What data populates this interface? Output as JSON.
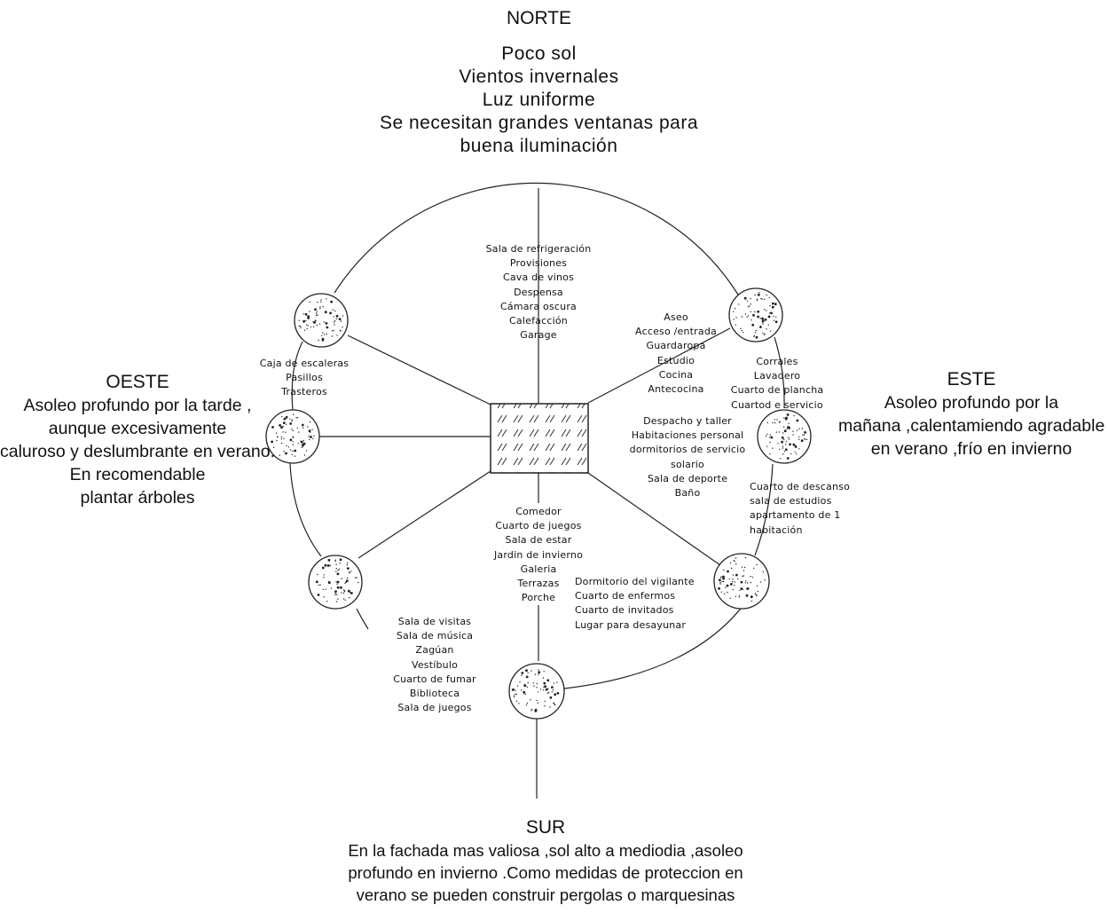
{
  "directions": {
    "north": {
      "name": "NORTE",
      "lines": [
        "Poco sol",
        "Vientos invernales",
        "Luz uniforme",
        "Se necesitan grandes ventanas  para",
        "buena iluminación"
      ]
    },
    "west": {
      "name": "OESTE",
      "lines": [
        "Asoleo profundo por la tarde ,",
        "aunque excesivamente",
        "caluroso y deslumbrante en verano.",
        "En recomendable",
        "plantar árboles"
      ]
    },
    "east": {
      "name": "ESTE",
      "lines": [
        "Asoleo profundo por la",
        "mañana ,calentamiendo agradable",
        "en verano ,frío en invierno"
      ]
    },
    "south": {
      "name": "SUR",
      "lines": [
        "En la fachada mas valiosa ,sol alto a mediodia ,asoleo",
        "profundo en invierno .Como medidas de proteccion en",
        "verano se pueden construir pergolas o marquesinas"
      ]
    }
  },
  "rooms": {
    "north": [
      "Sala de refrigeración",
      "Provisiones",
      "Cava de vinos",
      "Despensa",
      "Cámara oscura",
      "Calefacción",
      "Garage"
    ],
    "northwest": [
      "Caja de escaleras",
      "Pasillos",
      "Trasteros"
    ],
    "northeast": [
      "Aseo",
      "Acceso /entrada",
      "Guardaropa",
      "Estudio",
      "Cocina",
      "Antecocina"
    ],
    "east_upper": [
      "Corrales",
      "Lavadero",
      "Cuarto de plancha",
      "Cuartod e servicio"
    ],
    "east_middle": [
      "Despacho y taller",
      "Habitaciones personal",
      "dormitorios de servicio",
      "solario",
      "Sala de deporte",
      "Baño"
    ],
    "east_lower": [
      "Cuarto de descanso",
      "sala de estudios",
      "apartamento de 1",
      "habitación"
    ],
    "south": [
      "Comedor",
      "Cuarto de juegos",
      "Sala de estar",
      "Jardin de invierno",
      "Galeria",
      "Terrazas",
      "Porche"
    ],
    "southeast": [
      "Dormitorio del vigilante",
      "Cuarto de enfermos",
      "Cuarto de invitados",
      "Lugar para desayunar"
    ],
    "southwest": [
      "Sala de visitas",
      "Sala de música",
      "Zagúan",
      "Vestíbulo",
      "Cuarto de fumar",
      "Biblioteca",
      "Sala de juegos"
    ]
  },
  "colors": {
    "line": "#222222",
    "text": "#111111",
    "background": "#ffffff"
  }
}
